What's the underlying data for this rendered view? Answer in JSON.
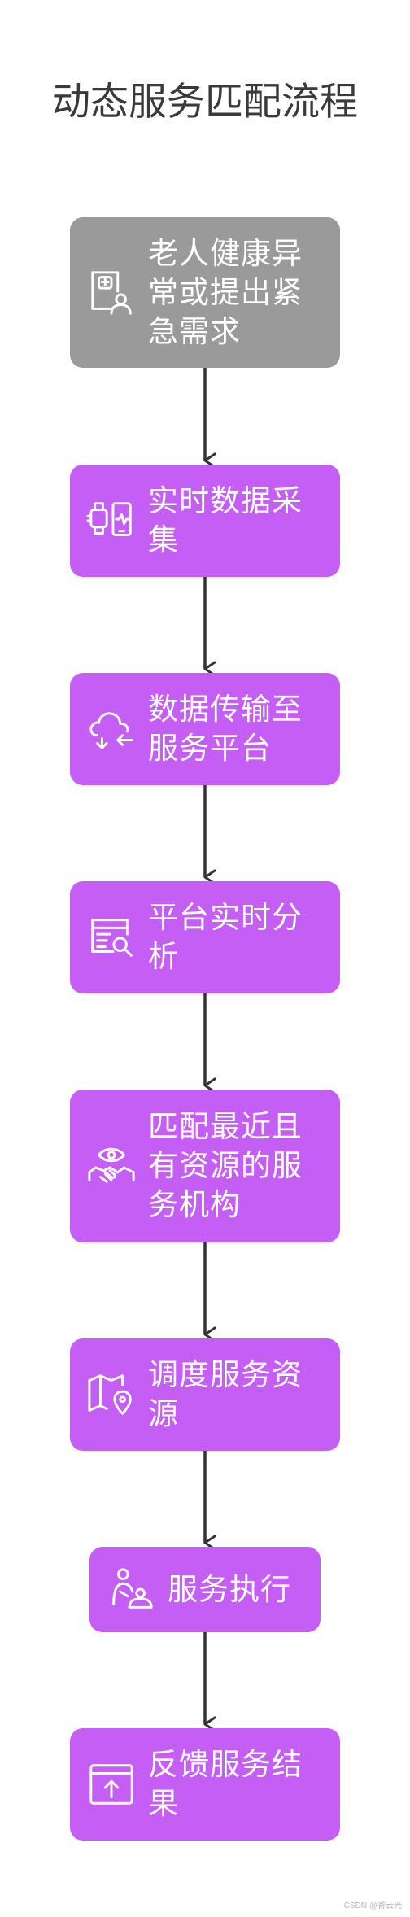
{
  "title": "动态服务匹配流程",
  "colors": {
    "node": "#c45ef4",
    "start_node": "#9a9a9a",
    "arrow": "#333333",
    "text": "#ffffff"
  },
  "steps": [
    {
      "label": "老人健康异常或提出紧急需求",
      "icon": "medical-report-icon"
    },
    {
      "label": "实时数据采集",
      "icon": "smartwatch-phone-icon"
    },
    {
      "label": "数据传输至服务平台",
      "icon": "cloud-transfer-icon"
    },
    {
      "label": "平台实时分析",
      "icon": "data-search-icon"
    },
    {
      "label": "匹配最近且有资源的服务机构",
      "icon": "eye-handshake-icon"
    },
    {
      "label": "调度服务资源",
      "icon": "map-location-icon"
    },
    {
      "label": "服务执行",
      "icon": "caregiver-icon"
    },
    {
      "label": "反馈服务结果",
      "icon": "upload-window-icon"
    }
  ],
  "watermark": "CSDN @香云光"
}
